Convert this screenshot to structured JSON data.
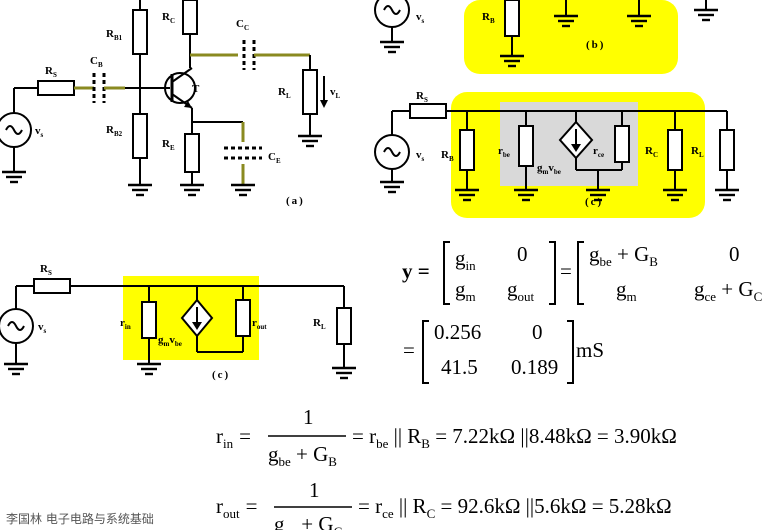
{
  "labels": {
    "a": {
      "rc": "R",
      "rc_sub": "C",
      "rb1": "R",
      "rb1_sub": "B1",
      "rb2": "R",
      "rb2_sub": "B2",
      "re": "R",
      "re_sub": "E",
      "rs": "R",
      "rs_sub": "S",
      "rl": "R",
      "rl_sub": "L",
      "cb": "C",
      "cb_sub": "B",
      "cc": "C",
      "cc_sub": "C",
      "ce": "C",
      "ce_sub": "E",
      "t": "T",
      "vs": "v",
      "vs_sub": "s",
      "vl": "v",
      "vl_sub": "L",
      "caption": "(a)"
    },
    "b": {
      "vs": "v",
      "vs_sub": "s",
      "rb": "R",
      "rb_sub": "B",
      "caption": "(b)"
    },
    "c1": {
      "rs": "R",
      "rs_sub": "S",
      "vs": "v",
      "vs_sub": "s",
      "rb": "R",
      "rb_sub": "B",
      "rbe": "r",
      "rbe_sub": "be",
      "gm": "g",
      "gm_sub": "m",
      "gm_v": "v",
      "gm_v_sub": "be",
      "rce": "r",
      "rce_sub": "ce",
      "rc": "R",
      "rc_sub": "C",
      "rl": "R",
      "rl_sub": "L",
      "caption": "(c)"
    },
    "c2": {
      "rs": "R",
      "rs_sub": "S",
      "vs": "v",
      "vs_sub": "s",
      "rin": "r",
      "rin_sub": "in",
      "gm": "g",
      "gm_sub": "m",
      "gm_v": "v",
      "gm_v_sub": "be",
      "rout": "r",
      "rout_sub": "out",
      "rl": "R",
      "rl_sub": "L",
      "caption": "(c)"
    }
  },
  "equations": {
    "y_lhs": "y =",
    "m11": "g",
    "m11_sub": "in",
    "m12": "0",
    "m21": "g",
    "m21_sub": "m",
    "m22": "g",
    "m22_sub": "out",
    "eq": "=",
    "n11": "g",
    "n11_sub": "be",
    "n11_plus": " + G",
    "n11_sub2": "B",
    "n12": "0",
    "n21": "g",
    "n21_sub": "m",
    "n22": "g",
    "n22_sub": "ce",
    "n22_plus": " + G",
    "n22_sub2": "C",
    "eq2": "=",
    "v11": "0.256",
    "v12": "0",
    "v21": "41.5",
    "v22": "0.189",
    "unit": "mS",
    "rin_lhs": "r",
    "rin_lhs_sub": "in",
    "rin_eq": "=",
    "rin_num": "1",
    "rin_den": "g",
    "rin_den_sub": "be",
    "rin_den_plus": " + G",
    "rin_den_sub2": "B",
    "rin_rhs": "= r",
    "rin_rhs_sub": "be",
    "rin_rhs2": " || R",
    "rin_rhs2_sub": "B",
    "rin_rhs3": " = 7.22kΩ ||8.48kΩ = 3.90kΩ",
    "rout_lhs": "r",
    "rout_lhs_sub": "out",
    "rout_eq": "=",
    "rout_num": "1",
    "rout_den": "g",
    "rout_den_sub": "ce",
    "rout_den_plus": " + G",
    "rout_den_sub2": "C",
    "rout_rhs": "= r",
    "rout_rhs_sub": "ce",
    "rout_rhs2": " || R",
    "rout_rhs2_sub": "C",
    "rout_rhs3": " = 92.6kΩ ||5.6kΩ = 5.28kΩ"
  },
  "footer": "李国林  电子电路与系统基础",
  "colors": {
    "highlight": "#ffff00",
    "gray_box": "#d9d9d9",
    "capacitor_lead": "#8a8a20"
  }
}
